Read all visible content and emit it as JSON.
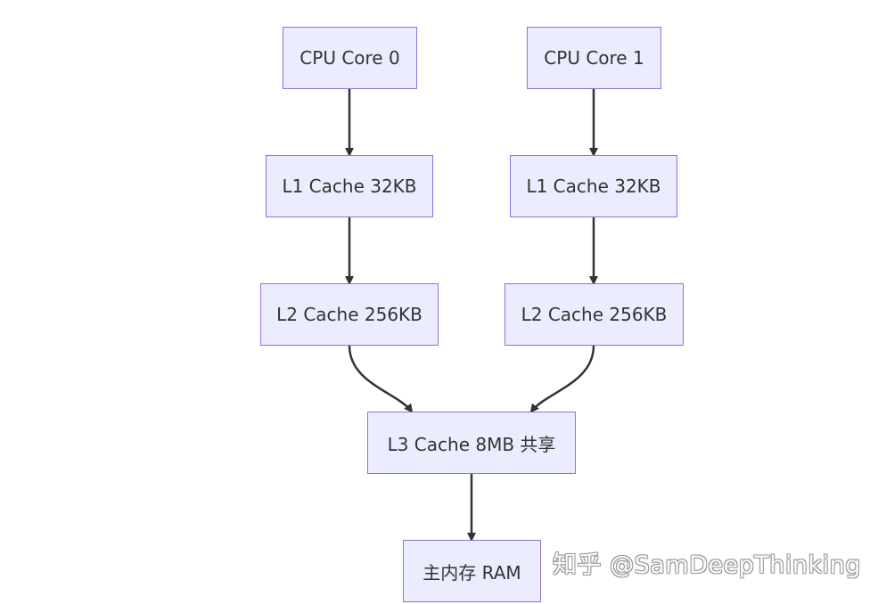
{
  "diagram": {
    "nodes": {
      "cpu0": "CPU Core 0",
      "cpu1": "CPU Core 1",
      "l1_0": "L1 Cache 32KB",
      "l1_1": "L1 Cache 32KB",
      "l2_0": "L2 Cache 256KB",
      "l2_1": "L2 Cache 256KB",
      "l3": "L3 Cache 8MB 共享",
      "ram": "主内存 RAM"
    },
    "edges": [
      {
        "from": "cpu0",
        "to": "l1_0"
      },
      {
        "from": "cpu1",
        "to": "l1_1"
      },
      {
        "from": "l1_0",
        "to": "l2_0"
      },
      {
        "from": "l1_1",
        "to": "l2_1"
      },
      {
        "from": "l2_0",
        "to": "l3"
      },
      {
        "from": "l2_1",
        "to": "l3"
      },
      {
        "from": "l3",
        "to": "ram"
      }
    ],
    "colors": {
      "node_fill": "#ececff",
      "node_border": "#9370db",
      "edge": "#333333",
      "text": "#333333"
    }
  },
  "watermark": {
    "text": "知乎 @SamDeepThinking"
  }
}
